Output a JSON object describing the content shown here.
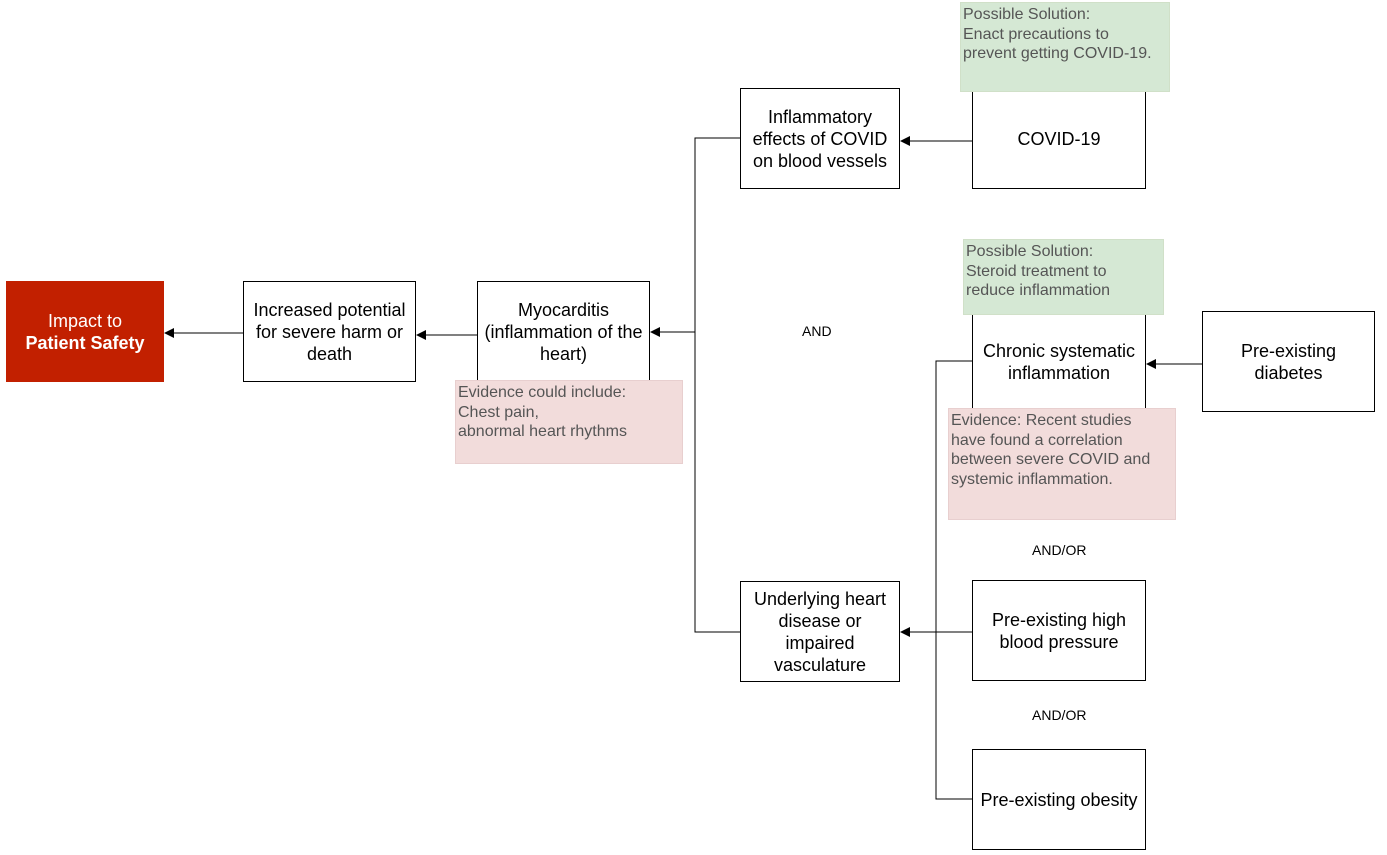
{
  "nodes": {
    "impact": {
      "line1": "Impact to",
      "line2": "Patient Safety"
    },
    "harm": {
      "label": "Increased potential for severe harm or death"
    },
    "myocarditis": {
      "label": "Myocarditis (inflammation of the heart)"
    },
    "inflammatory": {
      "label": "Inflammatory effects of COVID on blood vessels"
    },
    "covid": {
      "label": "COVID-19"
    },
    "heart_disease": {
      "label": "Underlying heart disease or impaired vasculature"
    },
    "chronic": {
      "label": "Chronic systematic inflammation"
    },
    "diabetes": {
      "label": "Pre-existing diabetes"
    },
    "bp": {
      "label": "Pre-existing high blood pressure"
    },
    "obesity": {
      "label": "Pre-existing obesity"
    }
  },
  "notes": {
    "solution_covid": "Possible Solution:\nEnact precautions to\nprevent getting COVID-19.",
    "solution_steroid": "Possible Solution:\nSteroid treatment to\nreduce inflammation",
    "evidence_myocarditis": "Evidence could include:\nChest pain,\nabnormal heart rhythms",
    "evidence_inflammation": "Evidence: Recent studies\nhave found a correlation\nbetween severe COVID and\nsystemic inflammation."
  },
  "labels": {
    "and": "AND",
    "and_or_1": "AND/OR",
    "and_or_2": "AND/OR"
  },
  "colors": {
    "impact": "#c22000",
    "solution": "#d5e8d4",
    "evidence": "#f2dcdb"
  }
}
